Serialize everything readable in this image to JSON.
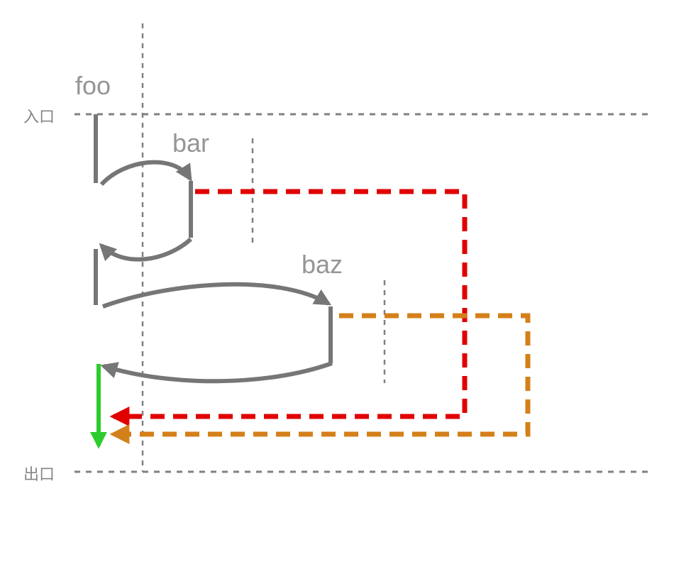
{
  "labels": {
    "entry": "入口",
    "exit": "出口",
    "foo": "foo",
    "bar": "bar",
    "baz": "baz"
  },
  "colors": {
    "stack": "#767676",
    "guide": "#808080",
    "bar_return": "#e10000",
    "baz_return": "#d4801a",
    "exit_arrow": "#2dcc2d",
    "label_text": "#959595"
  }
}
